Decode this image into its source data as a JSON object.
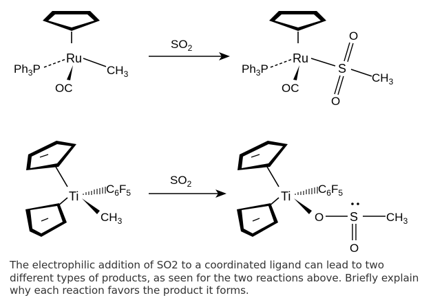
{
  "reaction1": {
    "reactant": {
      "left_ligand": "Ph3P",
      "metal": "Ru",
      "alkyl": "CH3",
      "carbonyl": "OC"
    },
    "reagent": "SO2",
    "product": {
      "left_ligand": "Ph3P",
      "metal": "Ru",
      "sulfur": "S",
      "oxo_top": "O",
      "oxo_bottom": "O",
      "methyl": "CH3",
      "carbonyl": "OC"
    }
  },
  "reaction2": {
    "reactant": {
      "metal": "Ti",
      "aryl": "C6F5",
      "methyl": "CH3"
    },
    "reagent": "SO2",
    "product": {
      "metal": "Ti",
      "aryl": "C6F5",
      "bridging_oxygen": "O",
      "sulfur": "S",
      "oxo": "O",
      "methyl": "CH3"
    }
  },
  "caption": "The electrophilic addition of SO2 to a coordinated ligand can lead to two different types of products, as seen for the two reactions above. Briefly explain why each reaction favors the product it forms."
}
